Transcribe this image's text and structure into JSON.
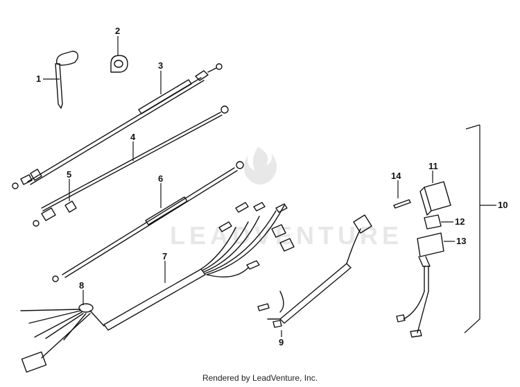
{
  "watermark_text": "LEADVENTURE",
  "footer_text": "Rendered by LeadVenture, Inc.",
  "callouts": [
    "1",
    "2",
    "3",
    "4",
    "5",
    "6",
    "7",
    "8",
    "9",
    "10",
    "11",
    "12",
    "13",
    "14"
  ]
}
